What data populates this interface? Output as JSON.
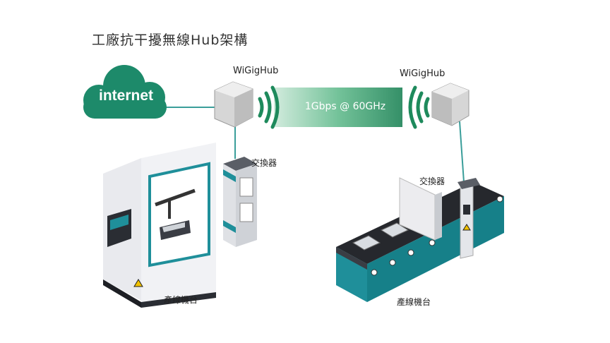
{
  "title": "工廠抗干擾無線Hub架構",
  "cloud": {
    "label": "internet"
  },
  "hubs": {
    "left": "WiGigHub",
    "right": "WiGigHub"
  },
  "link": {
    "label": "1Gbps @ 60GHz"
  },
  "switches": {
    "left": "交換器",
    "right": "交換器"
  },
  "machines": {
    "left": "產線機台",
    "right": "產線機台"
  },
  "colors": {
    "accent": "#1d8a6a",
    "link_gradient_start": "#c7e8d8",
    "link_gradient_end": "#2d8f66",
    "teal": "#1f8f9a",
    "line": "#3a9e9a",
    "dark": "#222428"
  },
  "icons": [
    "cloud-icon",
    "wireless-signal-icon",
    "warning-icon"
  ]
}
